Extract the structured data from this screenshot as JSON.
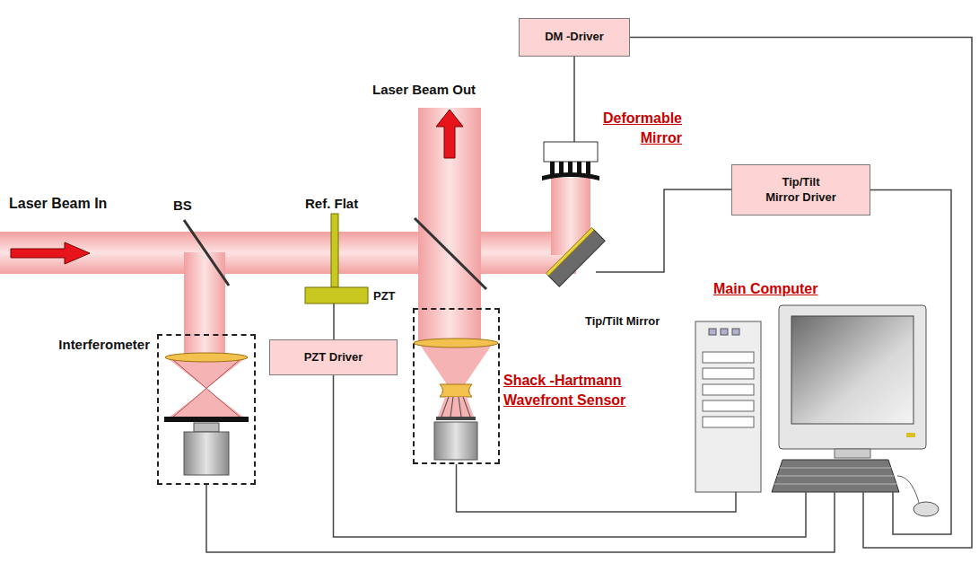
{
  "diagram": {
    "nodes": [
      {
        "text": [
          "DM -Driver"
        ]
      },
      {
        "text": [
          "Tip/Tilt Mirror Driver"
        ]
      },
      {
        "text": [
          "PZT Driver"
        ]
      },
      {
        "text": [
          "Interferometer"
        ]
      },
      {
        "text": [
          "Shack -Hartmann Wavefront Sensor"
        ]
      },
      {
        "text": [
          "Main Computer"
        ]
      }
    ],
    "edges": [
      {
        "from": 0,
        "to": 5,
        "arrow": "none"
      },
      {
        "from": 1,
        "to": 5,
        "arrow": "none"
      },
      {
        "from": 2,
        "to": 5,
        "arrow": "none"
      },
      {
        "from": 3,
        "to": 5,
        "arrow": "none"
      },
      {
        "from": 4,
        "to": 5,
        "arrow": "none"
      }
    ],
    "labels": [
      "Laser Beam Out",
      "Deformable Mirror",
      "Laser Beam In",
      "BS",
      "Ref. Flat",
      "PZT",
      "Tip/Tilt Mirror"
    ]
  }
}
